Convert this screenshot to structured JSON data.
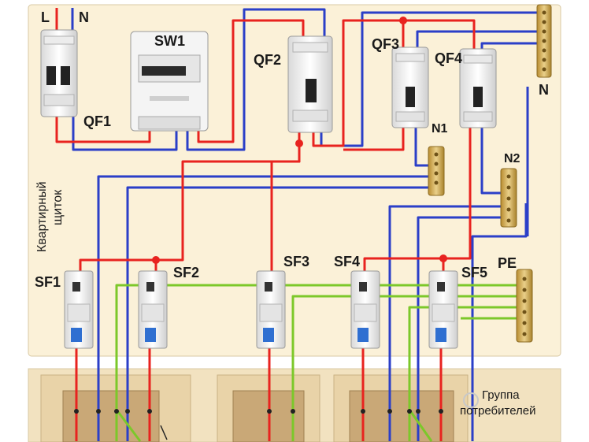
{
  "labels": {
    "L": "L",
    "N_top": "N",
    "QF1": "QF1",
    "SW1": "SW1",
    "QF2": "QF2",
    "QF3": "QF3",
    "QF4": "QF4",
    "N_right": "N",
    "N1": "N1",
    "N2": "N2",
    "PE": "PE",
    "SF1": "SF1",
    "SF2": "SF2",
    "SF3": "SF3",
    "SF4": "SF4",
    "SF5": "SF5",
    "panel_line1": "Квартирный",
    "panel_line2": "щиток",
    "group_line1": "Группа",
    "group_line2": "потребителей"
  },
  "colors": {
    "phase_wire": "#e8231f",
    "neutral_wire": "#2b3fc8",
    "ground_wire": "#7cc82a",
    "panel_background": "#fbf1d8",
    "lower_background": "#f2e2c0",
    "terminal_brass": "#c8a24a"
  }
}
